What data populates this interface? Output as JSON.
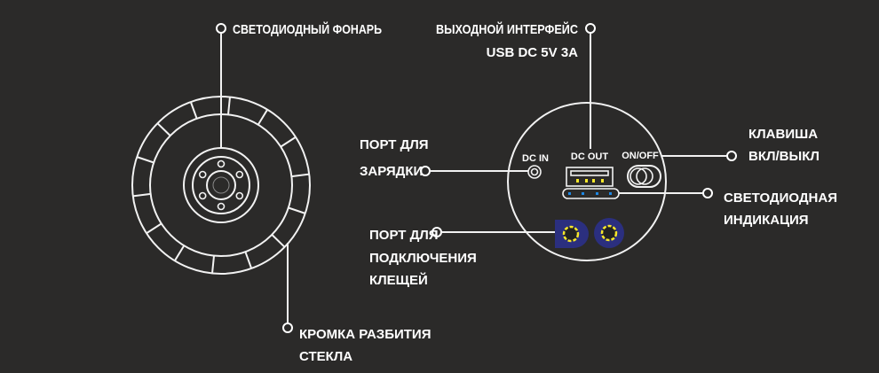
{
  "labels": {
    "led_flashlight": "СВЕТОДИОДНЫЙ ФОНАРЬ",
    "output_line1": "ВЫХОДНОЙ ИНТЕРФЕЙС",
    "output_line2": "USB DC 5V 3A",
    "charge_line1": "ПОРТ ДЛЯ",
    "charge_line2": "ЗАРЯДКИ",
    "switch_line1": "КЛАВИША",
    "switch_line2": "ВКЛ/ВЫКЛ",
    "indicator_line1": "СВЕТОДИОДНАЯ",
    "indicator_line2": "ИНДИКАЦИЯ",
    "clamp_line1": "ПОРТ ДЛЯ",
    "clamp_line2": "ПОДКЛЮЧЕНИЯ",
    "clamp_line3": "КЛЕЩЕЙ",
    "glass_line1": "КРОМКА РАЗБИТИЯ",
    "glass_line2": "СТЕКЛА"
  },
  "panel": {
    "dc_in": "DC IN",
    "dc_out": "DC OUT",
    "on_off": "ON/OFF"
  },
  "colors": {
    "background": "#2b2a29",
    "port_blue": "#2b2f7f",
    "port_yellow": "#f5e62a",
    "led_blue": "#1e88e5"
  }
}
